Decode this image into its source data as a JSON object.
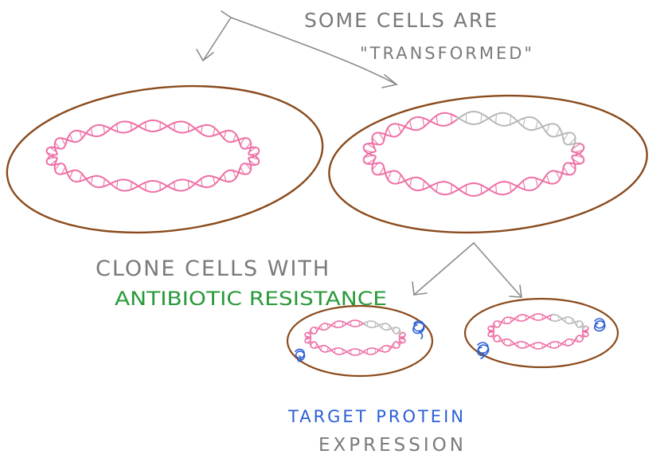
{
  "labels": {
    "transformed_line1": "Some cells are",
    "transformed_line2": "\"transformed\"",
    "clone_line": "Clone cells with",
    "antibiotic_line": "Antibiotic Resistance",
    "protein_line1": "Target Protein",
    "protein_line2": "Expression"
  },
  "colors": {
    "cell_membrane": "#8a4a1c",
    "plasmid_dna": "#ee6fa6",
    "insert_dna": "#b8b8b8",
    "arrows": "#8c8c8c",
    "label_grey": "#7a7a7a",
    "label_green": "#2a9a3a",
    "protein_blue": "#2b5fd6"
  }
}
